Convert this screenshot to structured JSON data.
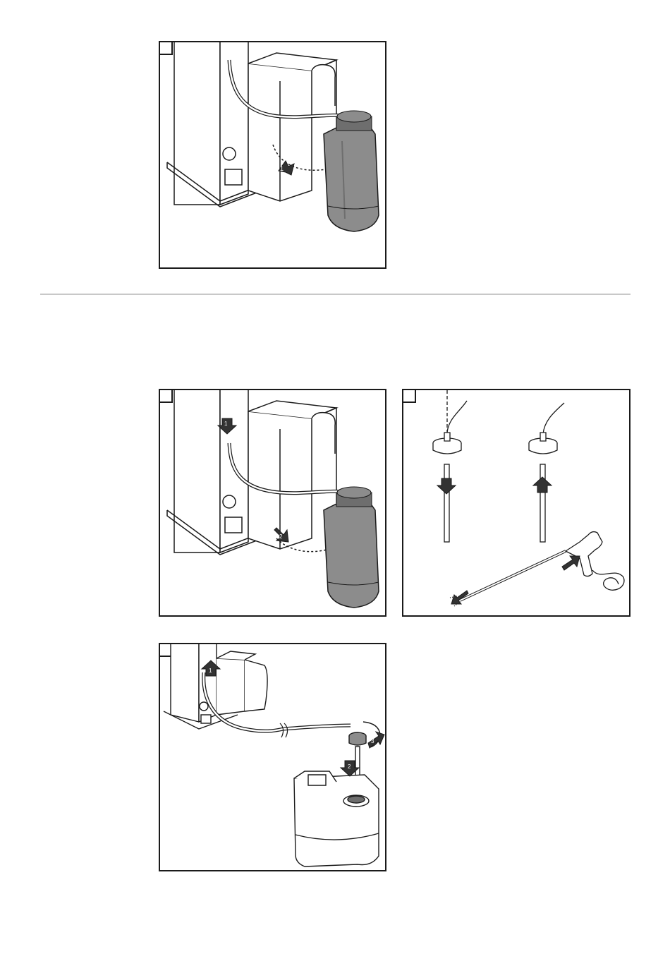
{
  "figures": [
    {
      "id": "figure-1",
      "callouts": [
        "1"
      ]
    },
    {
      "id": "figure-2",
      "callouts": [
        "1",
        "2"
      ]
    },
    {
      "id": "figure-3",
      "callouts": []
    },
    {
      "id": "figure-4",
      "callouts": [
        "1",
        "2",
        "3"
      ]
    }
  ],
  "colors": {
    "line": "#1a1a1a",
    "bottle_fill": "#8c8c8c",
    "bottle_dark": "#6e6e6e",
    "arrow_fill": "#333333",
    "divider": "#c8c8c8"
  },
  "icons": [
    "arrow-callout-icon",
    "bottle-icon",
    "hose-icon",
    "canister-icon",
    "air-gun-icon"
  ]
}
